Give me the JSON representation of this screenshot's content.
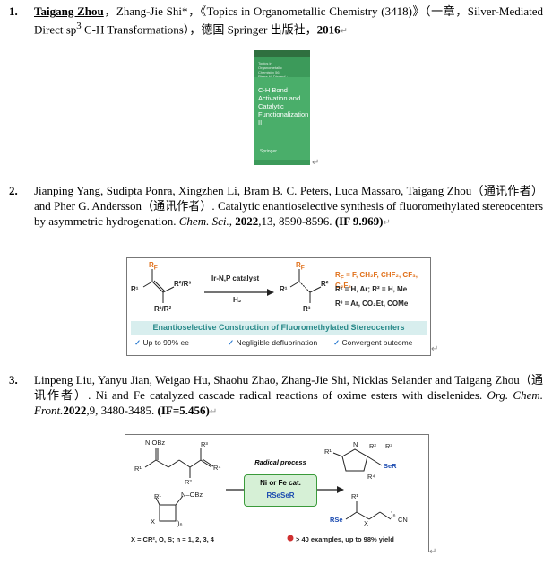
{
  "entries": [
    {
      "num": "1.",
      "author_hl": "Taigang Zhou",
      "rest": "，Zhang-Jie Shi*，《Topics in Organometallic Chemistry (3418)》（一章，Silver-Mediated Direct sp",
      "sup": "3",
      "rest2": " C-H Transformations），德国 Springer 出版社，",
      "year": "2016"
    },
    {
      "num": "2.",
      "text": "Jianping Yang, Sudipta Ponra, Xingzhen Li, Bram B. C. Peters, Luca Massaro, Taigang Zhou（通讯作者） and Pher G. Andersson（通讯作者）. Catalytic enantioselective synthesis of fluoromethylated stereocenters by asymmetric hydrogenation.",
      "journal": "Chem. Sci.,",
      "year": "2022",
      "pages": ",13, 8590-8596.",
      "impact": "(IF 9.969)"
    },
    {
      "num": "3.",
      "text": "Linpeng Liu, Yanyu Jian, Weigao Hu, Shaohu Zhao, Zhang-Jie Shi, Nicklas Selander and Taigang Zhou（通讯作者）. Ni and Fe catalyzed cascade radical reactions of oxime esters with diselenides.",
      "journal": "Org. Chem. Front.",
      "year": "2022",
      "pages": ",9, 3480-3485.",
      "impact": "(IF=5.456)"
    }
  ],
  "return_mark": "↵",
  "book_cover": {
    "series": "Topics in Organometallic Chemistry 56",
    "editors": "Pierre H. Dixneuf · Henri Doucet  Editors",
    "title": "C-H Bond Activation and Catalytic Functionalization II",
    "publisher": "Springer"
  },
  "graphic2": {
    "catalyst": "Ir-N,P catalyst",
    "reagent": "H₂",
    "rf_def_pre": "R",
    "rf_def_sub": "F",
    "rf_def": " = F, CH₂F, CHF₂, CF₃, C₂F₅",
    "r1_def": "R¹ = H, Ar; R² = H, Me",
    "r3_def": "R³ = Ar, CO₂Et, COMe",
    "band": "Enantioselective Construction of Fluoromethylated Stereocenters",
    "checks": [
      "Up to 99% ee",
      "Negligible defluorination",
      "Convergent outcome"
    ],
    "tick": "✓"
  },
  "graphic3": {
    "process": "Radical process",
    "catalyst": "Ni or Fe cat.",
    "reagent": "RSeSeR",
    "scope": "X = CR², O, S; n = 1, 2, 3, 4",
    "yield": "> 40 examples, up to 98% yield",
    "obz": "N–OBz",
    "obz_top": "OBz",
    "ser": "SeR",
    "rse": "RSe",
    "cn": "CN"
  },
  "colors": {
    "accent_orange": "#e0701a",
    "teal": "#2a8a8a",
    "green": "#3a9a3a",
    "blue": "#1a4ab0"
  }
}
